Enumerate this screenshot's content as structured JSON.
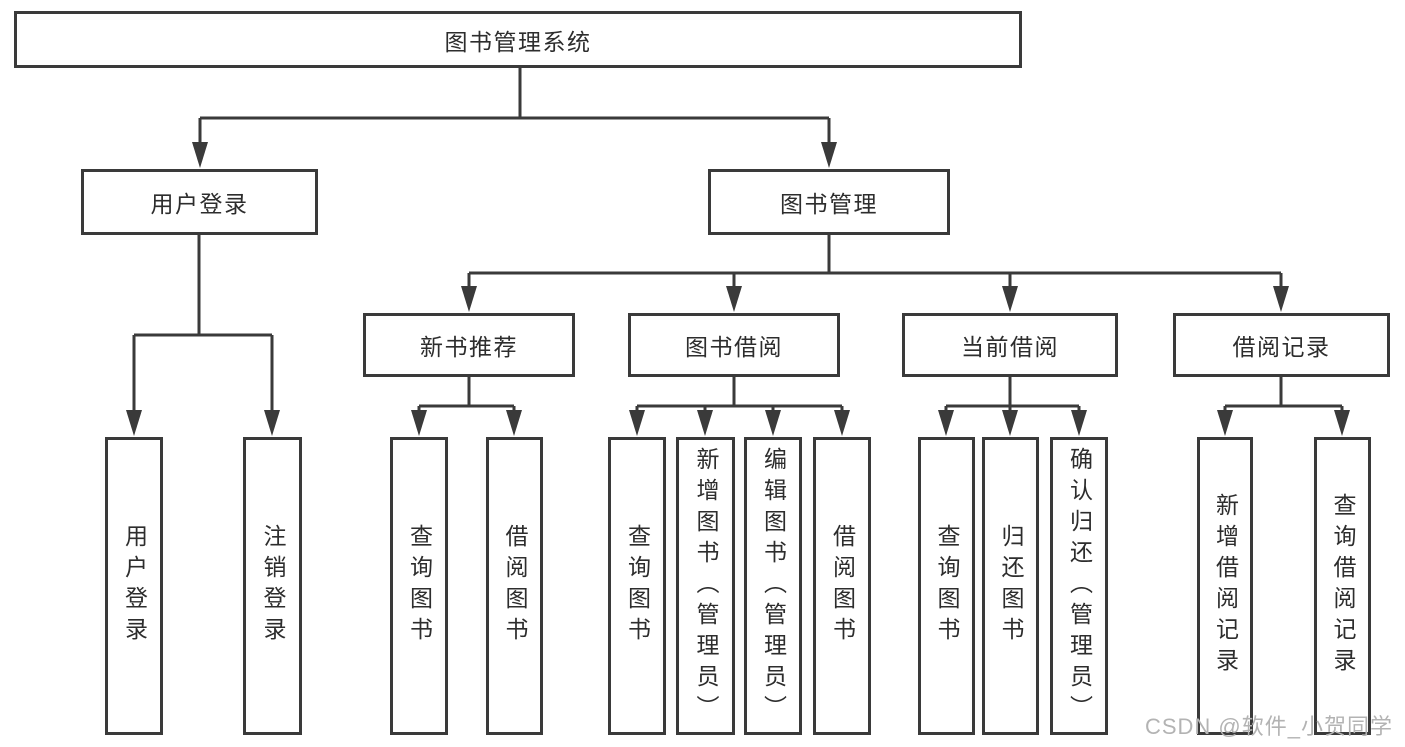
{
  "colors": {
    "line": "#3a3a3a",
    "border": "#3a3a3a",
    "text": "#2d2d2d",
    "background": "#ffffff",
    "watermark": "#b3b3b3"
  },
  "tree": {
    "root": {
      "label": "图书管理系统",
      "children": [
        {
          "label": "用户登录",
          "children": [
            {
              "label": "用户登录"
            },
            {
              "label": "注销登录"
            }
          ]
        },
        {
          "label": "图书管理",
          "children": [
            {
              "label": "新书推荐",
              "children": [
                {
                  "label": "查询图书"
                },
                {
                  "label": "借阅图书"
                }
              ]
            },
            {
              "label": "图书借阅",
              "children": [
                {
                  "label": "查询图书"
                },
                {
                  "label": "新增图书（管理员）"
                },
                {
                  "label": "编辑图书（管理员）"
                },
                {
                  "label": "借阅图书"
                }
              ]
            },
            {
              "label": "当前借阅",
              "children": [
                {
                  "label": "查询图书"
                },
                {
                  "label": "归还图书"
                },
                {
                  "label": "确认归还（管理员）"
                }
              ]
            },
            {
              "label": "借阅记录",
              "children": [
                {
                  "label": "新增借阅记录"
                },
                {
                  "label": "查询借阅记录"
                }
              ]
            }
          ]
        }
      ]
    }
  },
  "watermark": {
    "text": "CSDN @软件_小贺同学"
  }
}
